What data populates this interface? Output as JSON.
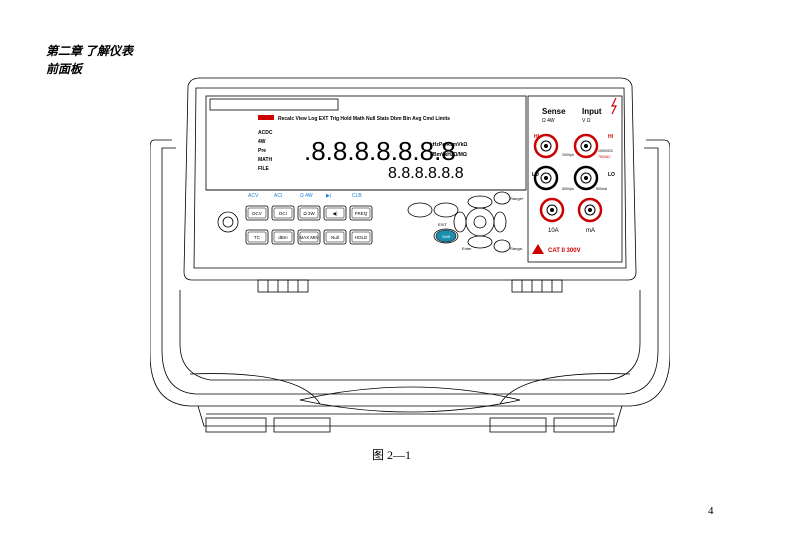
{
  "page": {
    "chapter_title": "第二章  了解仪表",
    "section_title": "前面板",
    "figure_caption": "图 2—1",
    "page_number": "4"
  },
  "panel": {
    "annunciators": "Recalc View Log EXT Trig Hold Math Null Stats Dbm Bin Avg Cmd Limits",
    "display_digits": ".8.8.8.8.8.8.8",
    "aux_digits": "8.8.8.8.8.8",
    "left_labels": [
      "ACDC",
      "4W",
      "Pre",
      "MATH",
      "FILE"
    ],
    "right_labels": [
      "kHzPa/RsmVkΩ",
      "dBmVkHzΩ/MΩ"
    ],
    "func_top": [
      "ACV",
      "ACI",
      "Ω 4W",
      "▶|",
      "CLB"
    ],
    "keys_row1": [
      "DCV",
      "DCI",
      "Ω 2W",
      "◀)",
      "FREQ"
    ],
    "keys_row2": [
      "TC",
      "dBm",
      "MAX MIN",
      "Null",
      "HOLD"
    ],
    "shift_label": "Shift",
    "side_labels": [
      "Range+",
      "Range-",
      "Enter",
      "EXIT"
    ],
    "sense_label": "Sense",
    "input_label": "Input",
    "sense_sub": "Ω 4W",
    "input_sub": "V Ω",
    "hi": "HI",
    "lo": "LO",
    "fuse_labels": [
      "10A",
      "mA"
    ],
    "rating_labels": [
      "200Vpk",
      "1000VDC",
      "750VAC",
      "500Vpk",
      "500mA"
    ],
    "cat_label": "CAT II 300V"
  }
}
